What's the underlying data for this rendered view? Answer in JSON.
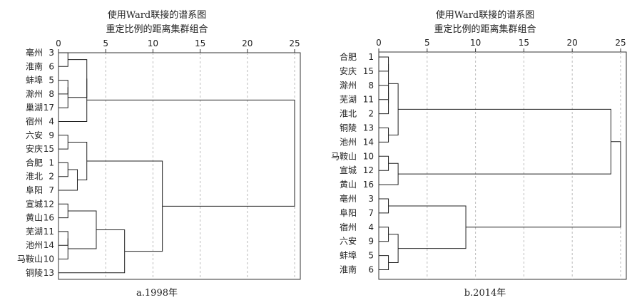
{
  "panels": [
    {
      "id": "a",
      "title_line1": "使用Ward联接的谱系图",
      "title_line2": "重定比例的距离集群组合",
      "caption": "a.1998年",
      "chart_data": {
        "type": "dendrogram",
        "x_ticks": [
          0,
          5,
          10,
          15,
          20,
          25
        ],
        "xlim": [
          0,
          25
        ],
        "leaves": [
          {
            "name": "亳州",
            "num": "3"
          },
          {
            "name": "淮南",
            "num": "6"
          },
          {
            "name": "蚌埠",
            "num": "5"
          },
          {
            "name": "滁州",
            "num": "8"
          },
          {
            "name": "巢湖",
            "num": "17"
          },
          {
            "name": "宿州",
            "num": "4"
          },
          {
            "name": "六安",
            "num": "9"
          },
          {
            "name": "安庆",
            "num": "15"
          },
          {
            "name": "合肥",
            "num": "1"
          },
          {
            "name": "淮北",
            "num": "2"
          },
          {
            "name": "阜阳",
            "num": "7"
          },
          {
            "name": "宣城",
            "num": "12"
          },
          {
            "name": "黄山",
            "num": "16"
          },
          {
            "name": "芜湖",
            "num": "11"
          },
          {
            "name": "池州",
            "num": "14"
          },
          {
            "name": "马鞍山",
            "num": "10"
          },
          {
            "name": "铜陵",
            "num": "13"
          }
        ],
        "merges": [
          {
            "a": 0,
            "b": 1,
            "h": 1.0
          },
          {
            "a": 2,
            "b": 3,
            "h": 1.0
          },
          {
            "a": 4,
            "b": -2,
            "h": 1.0
          },
          {
            "a": -1,
            "b": -3,
            "h": 3.0
          },
          {
            "a": -4,
            "b": 5,
            "h": 3.0
          },
          {
            "a": 6,
            "b": 7,
            "h": 1.0
          },
          {
            "a": 8,
            "b": 9,
            "h": 1.0
          },
          {
            "a": -7,
            "b": 10,
            "h": 2.0
          },
          {
            "a": -6,
            "b": -8,
            "h": 3.0
          },
          {
            "a": 11,
            "b": 12,
            "h": 1.0
          },
          {
            "a": 13,
            "b": 14,
            "h": 1.0
          },
          {
            "a": -11,
            "b": 15,
            "h": 1.0
          },
          {
            "a": -10,
            "b": -12,
            "h": 4.0
          },
          {
            "a": -13,
            "b": 16,
            "h": 7.0
          },
          {
            "a": -9,
            "b": -14,
            "h": 11.0
          },
          {
            "a": -5,
            "b": -15,
            "h": 25.0
          }
        ]
      }
    },
    {
      "id": "b",
      "title_line1": "使用Ward联接的谱系图",
      "title_line2": "重定比例的距离集群组合",
      "caption": "b.2014年",
      "chart_data": {
        "type": "dendrogram",
        "x_ticks": [
          0,
          5,
          10,
          15,
          20,
          25
        ],
        "xlim": [
          0,
          25
        ],
        "leaves": [
          {
            "name": "合肥",
            "num": "1"
          },
          {
            "name": "安庆",
            "num": "15"
          },
          {
            "name": "滁州",
            "num": "8"
          },
          {
            "name": "芜湖",
            "num": "11"
          },
          {
            "name": "淮北",
            "num": "2"
          },
          {
            "name": "铜陵",
            "num": "13"
          },
          {
            "name": "池州",
            "num": "14"
          },
          {
            "name": "马鞍山",
            "num": "10"
          },
          {
            "name": "宣城",
            "num": "12"
          },
          {
            "name": "黄山",
            "num": "16"
          },
          {
            "name": "亳州",
            "num": "3"
          },
          {
            "name": "阜阳",
            "num": "7"
          },
          {
            "name": "宿州",
            "num": "4"
          },
          {
            "name": "六安",
            "num": "9"
          },
          {
            "name": "蚌埠",
            "num": "5"
          },
          {
            "name": "淮南",
            "num": "6"
          }
        ],
        "merges": [
          {
            "a": 0,
            "b": 1,
            "h": 1.0
          },
          {
            "a": 2,
            "b": 3,
            "h": 1.0
          },
          {
            "a": 4,
            "b": -2,
            "h": 1.0
          },
          {
            "a": -1,
            "b": -3,
            "h": 1.0
          },
          {
            "a": 5,
            "b": 6,
            "h": 1.0
          },
          {
            "a": -4,
            "b": -5,
            "h": 2.0
          },
          {
            "a": 7,
            "b": 8,
            "h": 1.0
          },
          {
            "a": -7,
            "b": 9,
            "h": 2.0
          },
          {
            "a": -6,
            "b": -8,
            "h": 24.0
          },
          {
            "a": 10,
            "b": 11,
            "h": 1.0
          },
          {
            "a": 12,
            "b": 13,
            "h": 1.0
          },
          {
            "a": 14,
            "b": 15,
            "h": 1.0
          },
          {
            "a": -11,
            "b": -12,
            "h": 2.0
          },
          {
            "a": -10,
            "b": -13,
            "h": 9.0
          },
          {
            "a": -9,
            "b": -14,
            "h": 25.0
          }
        ]
      }
    }
  ]
}
